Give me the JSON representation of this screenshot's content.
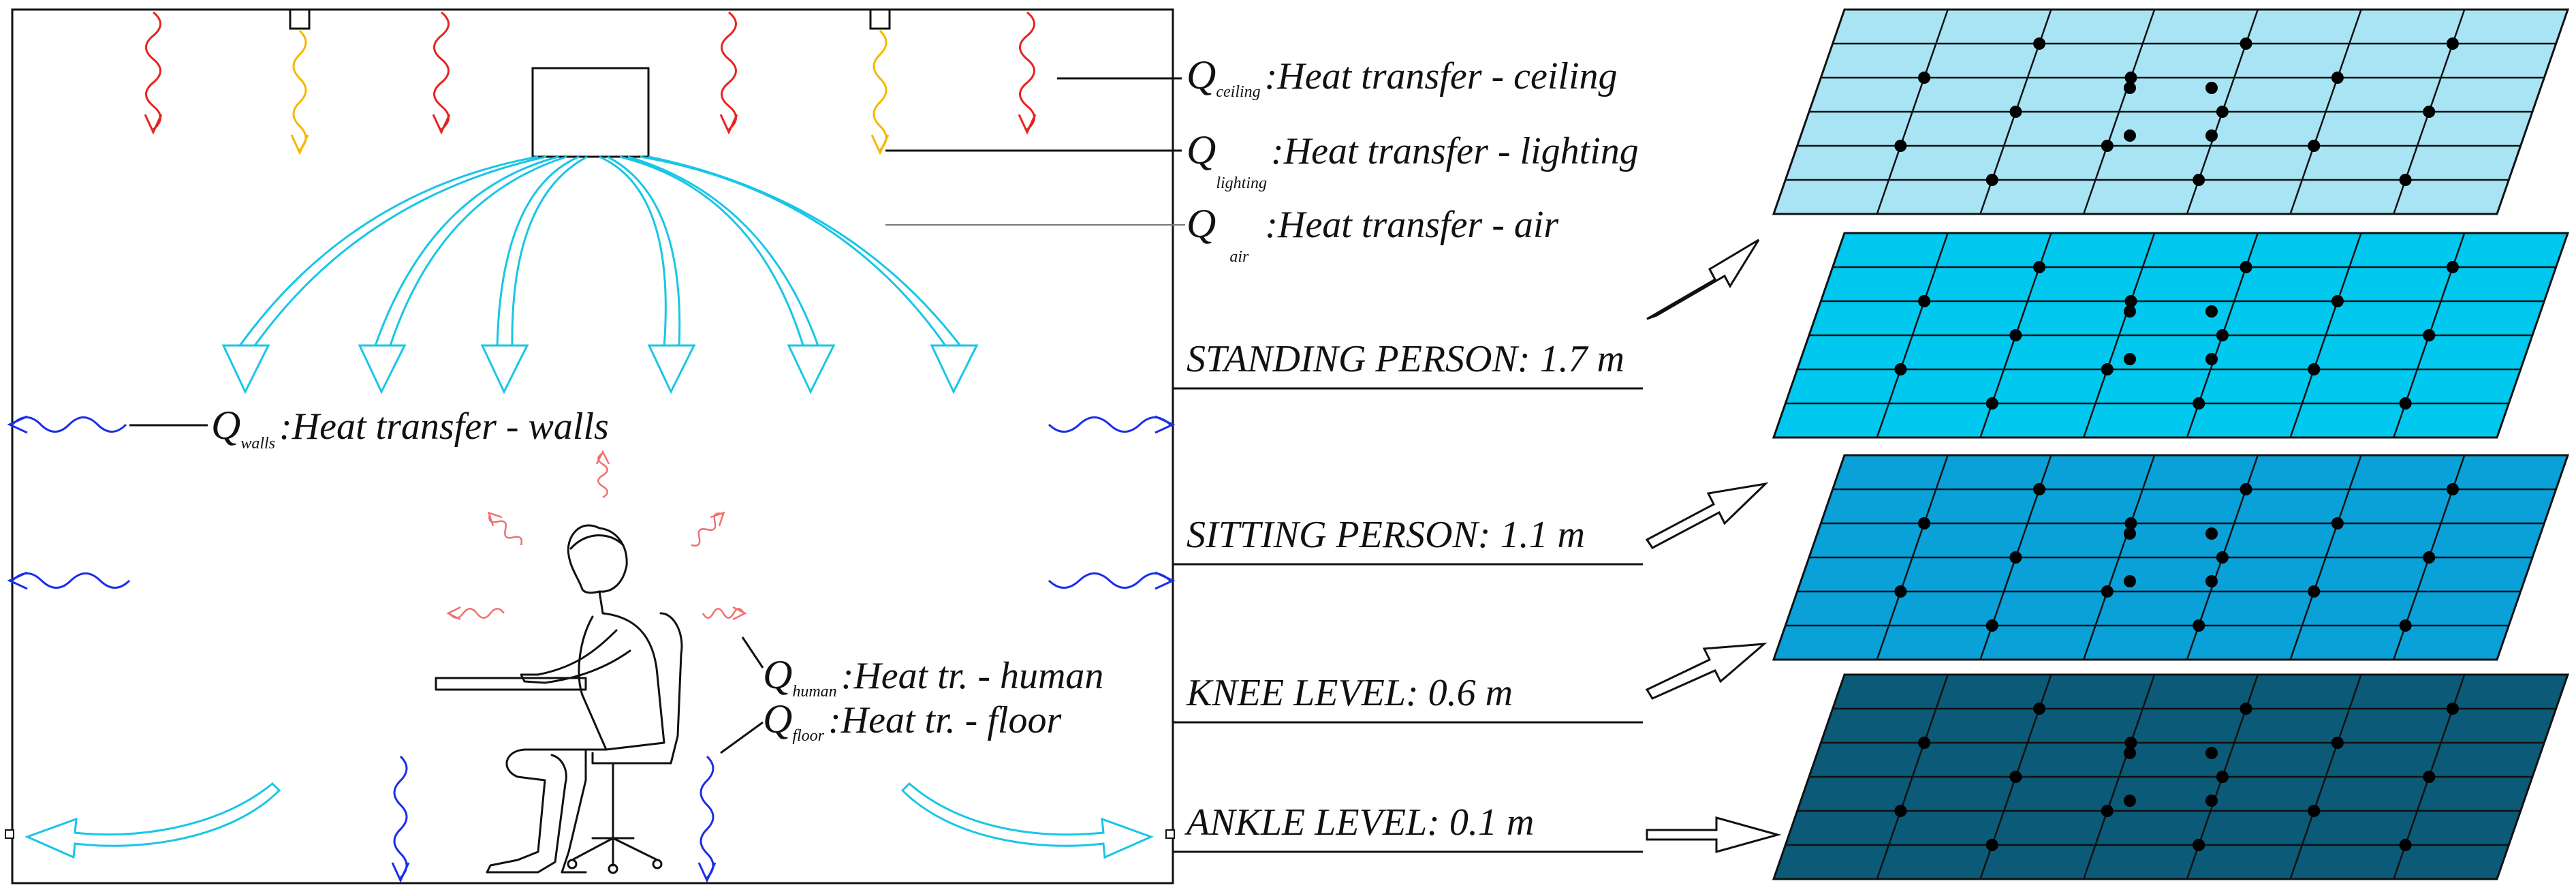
{
  "annotations": {
    "ceiling": {
      "symbol": "Q",
      "subscript": "ceiling",
      "text": ":Heat transfer - ceiling"
    },
    "lighting": {
      "symbol": "Q",
      "subscript": "lighting",
      "text": ":Heat transfer - lighting"
    },
    "air": {
      "symbol": "Q",
      "subscript": "air",
      "text": ":Heat transfer - air"
    },
    "walls": {
      "symbol": "Q",
      "subscript": "walls",
      "text": ":Heat transfer - walls"
    },
    "human": {
      "symbol": "Q",
      "subscript": "human",
      "text": ":Heat tr. - human"
    },
    "floor": {
      "symbol": "Q",
      "subscript": "floor",
      "text": ":Heat tr. - floor"
    }
  },
  "levels": [
    {
      "label": "STANDING PERSON: 1.7 m",
      "color": "#00c8ee"
    },
    {
      "label": "SITTING PERSON: 1.1 m",
      "color": "#0aa0d8"
    },
    {
      "label": "KNEE LEVEL: 0.6 m",
      "color": "#0a5a78"
    },
    {
      "label": "ANKLE LEVEL: 0.1 m",
      "color": "#0a5a78"
    }
  ],
  "top_plane_color": "#a8e4f4",
  "colors": {
    "heat_red": "#e8231f",
    "heat_yellow": "#f5b800",
    "air_cyan": "#18c6e6",
    "cold_blue": "#1a2fe8",
    "human_pink": "#f07070"
  }
}
